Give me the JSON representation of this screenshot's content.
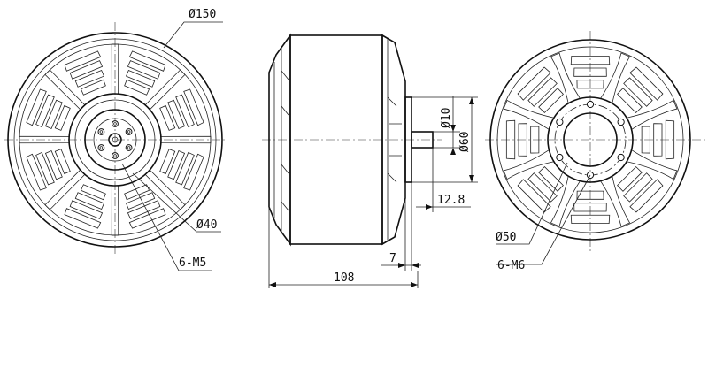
{
  "dimensions": {
    "front_outer_diameter": "Ø150",
    "front_hub_diameter": "Ø40",
    "front_thread_spec": "6-M5",
    "shaft_diameter": "Ø10",
    "flange_diameter": "Ø60",
    "shaft_extension": "12.8",
    "flange_thickness": "7",
    "overall_length": "108",
    "back_hub_diameter": "Ø50",
    "back_thread_spec": "6-M6"
  },
  "colors": {
    "line": "#111111",
    "background": "#ffffff"
  }
}
